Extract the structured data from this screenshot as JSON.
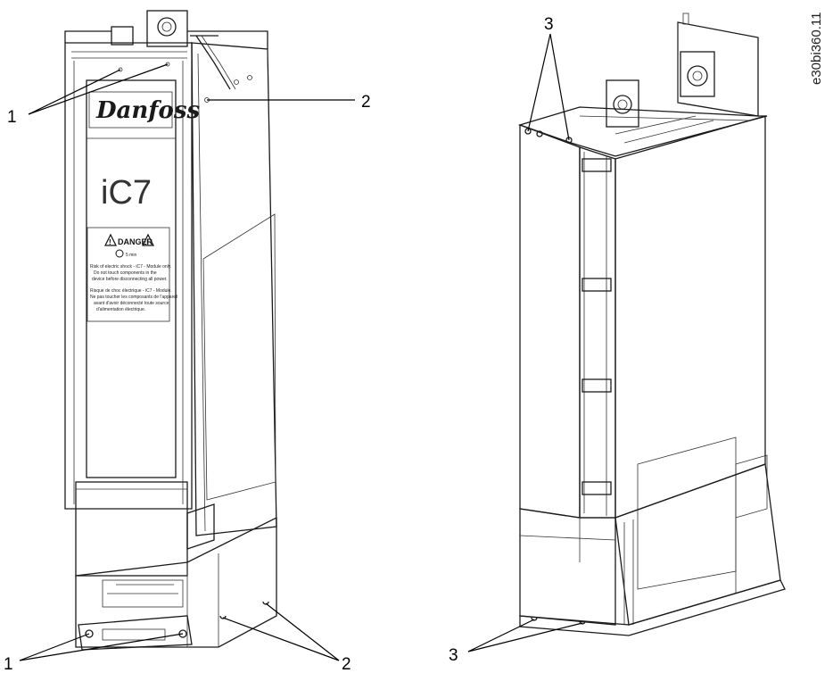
{
  "document_id": "e30bi360.11",
  "front_unit": {
    "brand_logo": "Danfoss",
    "model_label": "iC7",
    "warning_label": {
      "heading": "DANGER",
      "time_value": "5 min",
      "lines": [
        "Risk of electric shock - iC7 - Module only.",
        "Do not touch components in the",
        "device before disconnecting all power.",
        "Risque de choc électrique - iC7 - Module.",
        "Ne pas toucher les composants de l'appareil",
        "avant d'avoir déconnecté toute source",
        "d'alimentation électrique."
      ]
    }
  },
  "callouts": {
    "front_top_left": "1",
    "front_top_right": "2",
    "front_bottom_left": "1",
    "front_bottom_right": "2",
    "rear_top": "3",
    "rear_bottom": "3"
  }
}
